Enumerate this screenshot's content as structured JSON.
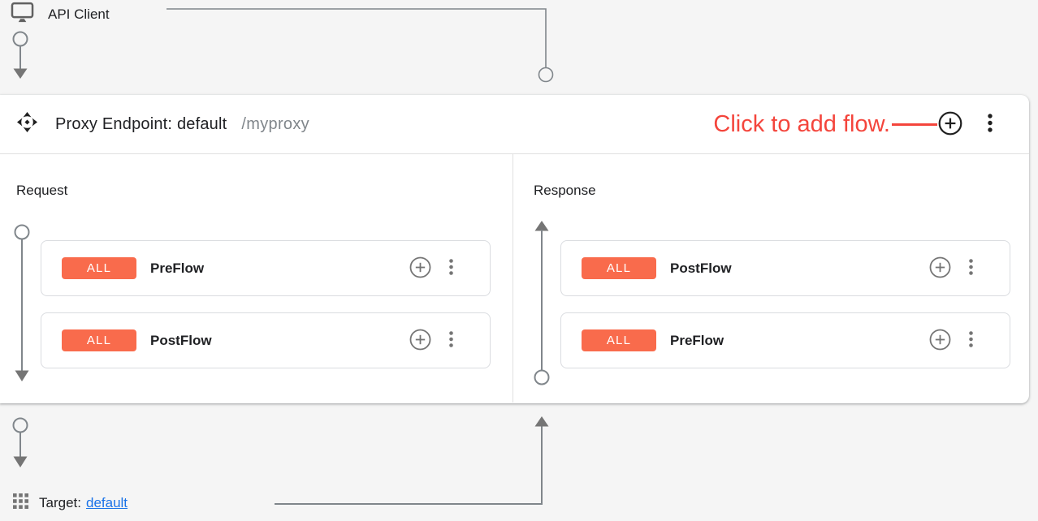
{
  "colors": {
    "background": "#f5f5f5",
    "panel": "#ffffff",
    "connector_gray": "#80868b",
    "arrow_gray": "#757575",
    "card_border": "#dadce0",
    "divider": "#e0e0e0",
    "badge_bg": "#f96b4c",
    "badge_text": "#ffffff",
    "annotation_red": "#f4453c",
    "link_blue": "#1a73e8",
    "text_primary": "#202124",
    "text_secondary": "#80868b",
    "icon_dark": "#1f1f1f",
    "icon_gray": "#757575"
  },
  "api_client": {
    "icon": "monitor-icon",
    "label": "API Client"
  },
  "endpoint": {
    "icon": "proxy-endpoint-icon",
    "title": "Proxy Endpoint: default",
    "basepath": "/myproxy",
    "annotation": "Click to add flow.",
    "add_flow_icon": "plus-circle-icon",
    "menu_icon": "kebab-menu-icon"
  },
  "request": {
    "label": "Request",
    "flows": [
      {
        "condition": "ALL",
        "name": "PreFlow"
      },
      {
        "condition": "ALL",
        "name": "PostFlow"
      }
    ]
  },
  "response": {
    "label": "Response",
    "flows": [
      {
        "condition": "ALL",
        "name": "PostFlow"
      },
      {
        "condition": "ALL",
        "name": "PreFlow"
      }
    ]
  },
  "target": {
    "icon": "apps-grid-icon",
    "label": "Target:",
    "link_text": "default"
  }
}
